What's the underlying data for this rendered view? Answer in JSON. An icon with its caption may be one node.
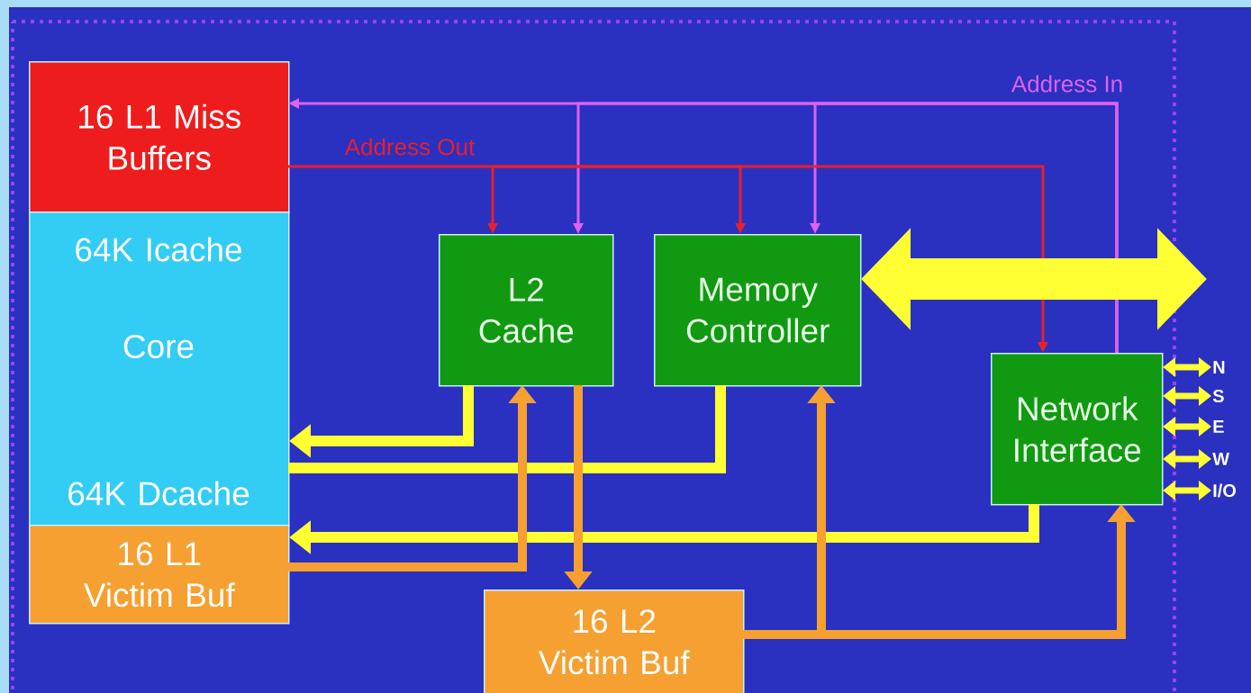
{
  "diagram": {
    "nodes": [
      {
        "text": [
          "16 L1 Miss Buffers"
        ]
      },
      {
        "text": [
          "64K Icache",
          "Core",
          "64K Dcache"
        ]
      },
      {
        "text": [
          "16 L1 Victim Buf"
        ]
      },
      {
        "text": [
          "L2 Cache"
        ]
      },
      {
        "text": [
          "Memory Controller"
        ]
      },
      {
        "text": [
          "Network Interface"
        ]
      },
      {
        "text": [
          "16 L2 Victim Buf"
        ]
      },
      {
        "text": [
          "N"
        ]
      },
      {
        "text": [
          "S"
        ]
      },
      {
        "text": [
          "E"
        ]
      },
      {
        "text": [
          "W"
        ]
      },
      {
        "text": [
          "I/O"
        ]
      }
    ],
    "edges": [
      {
        "from": 5,
        "to": 0,
        "arrow": "to",
        "color": "#e060f0",
        "label": "Address In"
      },
      {
        "from": 5,
        "to": 3,
        "arrow": "to",
        "color": "#e060f0"
      },
      {
        "from": 5,
        "to": 4,
        "arrow": "to",
        "color": "#e060f0"
      },
      {
        "from": 0,
        "to": 3,
        "arrow": "to",
        "color": "#e8202a",
        "label": "Address Out"
      },
      {
        "from": 0,
        "to": 4,
        "arrow": "to",
        "color": "#e8202a"
      },
      {
        "from": 0,
        "to": 5,
        "arrow": "to",
        "color": "#e8202a"
      },
      {
        "from": 3,
        "to": 1,
        "arrow": "to"
      },
      {
        "from": 5,
        "to": 1,
        "arrow": "to"
      },
      {
        "from": 1,
        "to": 4,
        "arrow": "none"
      },
      {
        "from": 2,
        "to": 3,
        "arrow": "to",
        "color": "#f5a030"
      },
      {
        "from": 3,
        "to": 6,
        "arrow": "to",
        "color": "#f5a030"
      },
      {
        "from": 6,
        "to": 4,
        "arrow": "to",
        "color": "#f5a030"
      },
      {
        "from": 6,
        "to": 5,
        "arrow": "to",
        "color": "#f5a030"
      },
      {
        "from": 4,
        "to": null,
        "arrow": "both",
        "style": "thick"
      },
      {
        "from": 5,
        "to": 7,
        "arrow": "both"
      },
      {
        "from": 5,
        "to": 8,
        "arrow": "both"
      },
      {
        "from": 5,
        "to": 9,
        "arrow": "both"
      },
      {
        "from": 5,
        "to": 10,
        "arrow": "both"
      },
      {
        "from": 5,
        "to": 11,
        "arrow": "both"
      }
    ]
  }
}
